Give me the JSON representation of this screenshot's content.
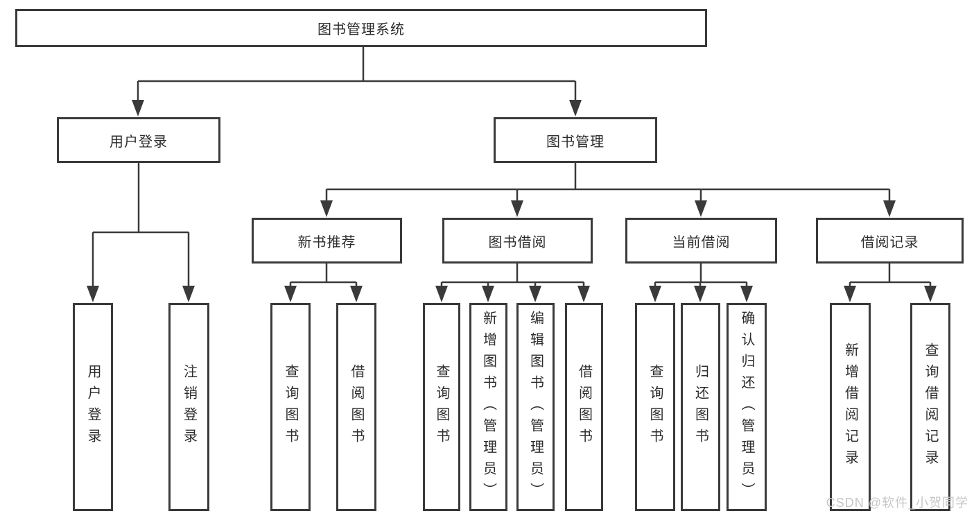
{
  "colors": {
    "line": "#3a3a3a",
    "box_border": "#3a3a3a",
    "box_fill": "#ffffff",
    "text": "#2d2d2d",
    "watermark": "#c6c6c6"
  },
  "watermark": {
    "text": "CSDN @软件_小贺同学"
  },
  "tree": {
    "root": {
      "label": "图书管理系统",
      "children": [
        {
          "label": "用户登录",
          "children": [
            {
              "label": "用户登录"
            },
            {
              "label": "注销登录"
            }
          ]
        },
        {
          "label": "图书管理",
          "children": [
            {
              "label": "新书推荐",
              "children": [
                {
                  "label": "查询图书"
                },
                {
                  "label": "借阅图书"
                }
              ]
            },
            {
              "label": "图书借阅",
              "children": [
                {
                  "label": "查询图书"
                },
                {
                  "label": "新增图书（管理员）"
                },
                {
                  "label": "编辑图书（管理员）"
                },
                {
                  "label": "借阅图书"
                }
              ]
            },
            {
              "label": "当前借阅",
              "children": [
                {
                  "label": "查询图书"
                },
                {
                  "label": "归还图书"
                },
                {
                  "label": "确认归还（管理员）"
                }
              ]
            },
            {
              "label": "借阅记录",
              "children": [
                {
                  "label": "新增借阅记录"
                },
                {
                  "label": "查询借阅记录"
                }
              ]
            }
          ]
        }
      ]
    }
  }
}
